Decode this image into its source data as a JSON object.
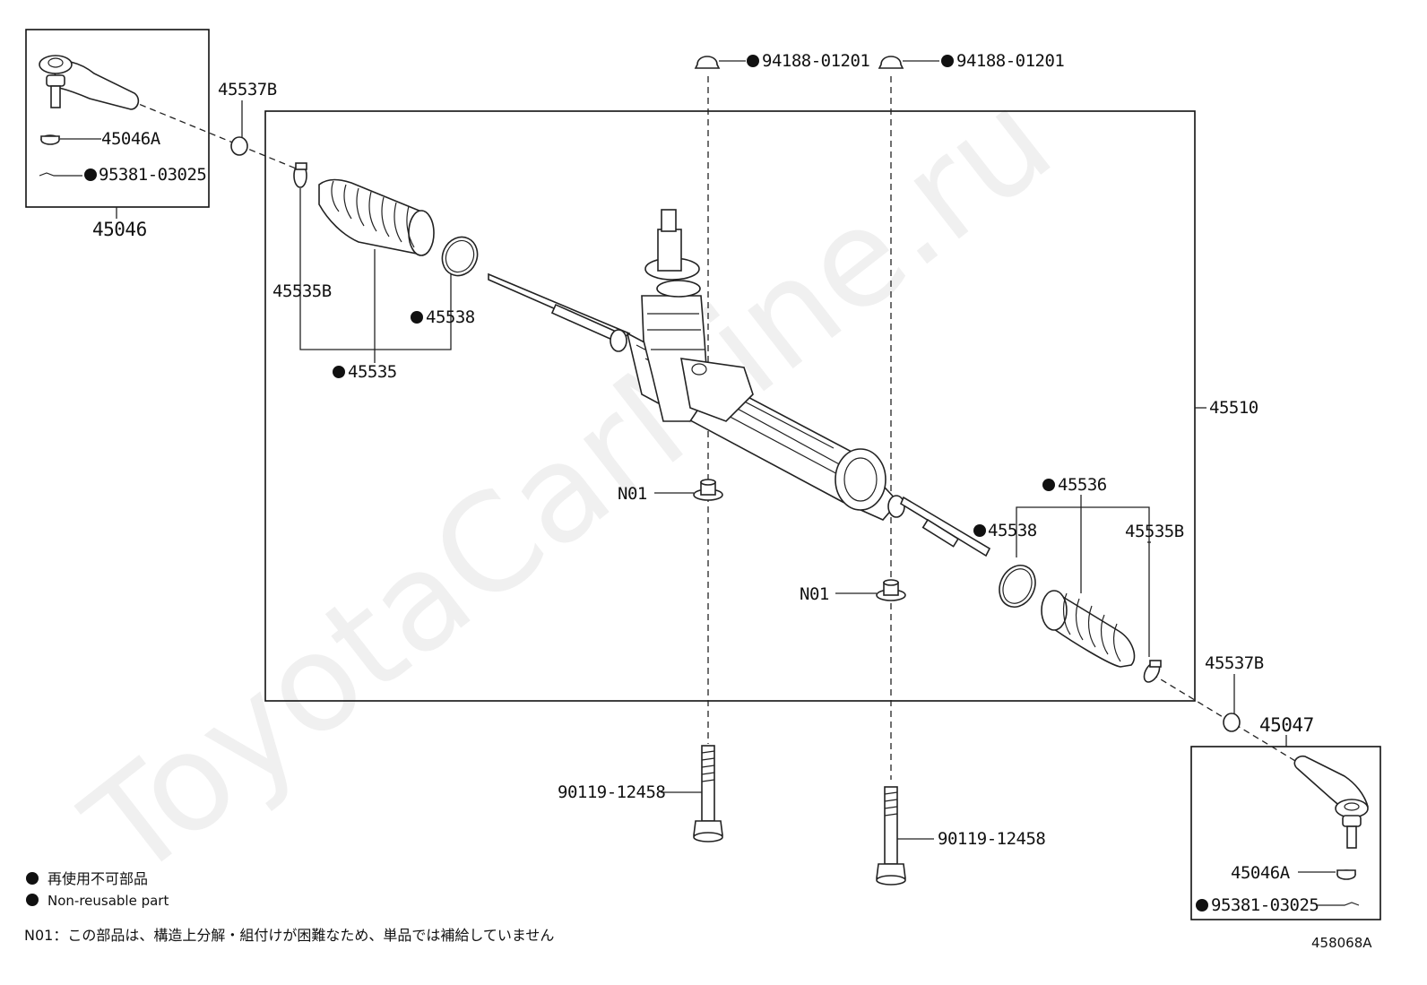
{
  "watermark": "ToyotaCarMine.ru",
  "diagram_code": "458068A",
  "assembly_label": "45510",
  "labels": {
    "tie_rod_end_left": "45046",
    "tie_rod_end_right": "45047",
    "nut_45046a_left": "45046A",
    "nut_45046a_right": "45046A",
    "pin_left": "95381-03025",
    "pin_right": "95381-03025",
    "clip_45537b_left": "45537B",
    "clip_45537b_right": "45537B",
    "clamp_45535b_left": "45535B",
    "clamp_45535b_right": "45535B",
    "clamp_45538_left": "45538",
    "clamp_45538_right": "45538",
    "boot_left": "45535",
    "boot_right": "45536",
    "cap_1": "94188-01201",
    "cap_2": "94188-01201",
    "bushing_1": "N01",
    "bushing_2": "N01",
    "bolt_1": "90119-12458",
    "bolt_2": "90119-12458"
  },
  "legend": {
    "jp": "再使用不可部品",
    "en": "Non-reusable part",
    "note": "N01：この部品は、構造上分解・組付けが困難なため、単品では補給していません"
  }
}
